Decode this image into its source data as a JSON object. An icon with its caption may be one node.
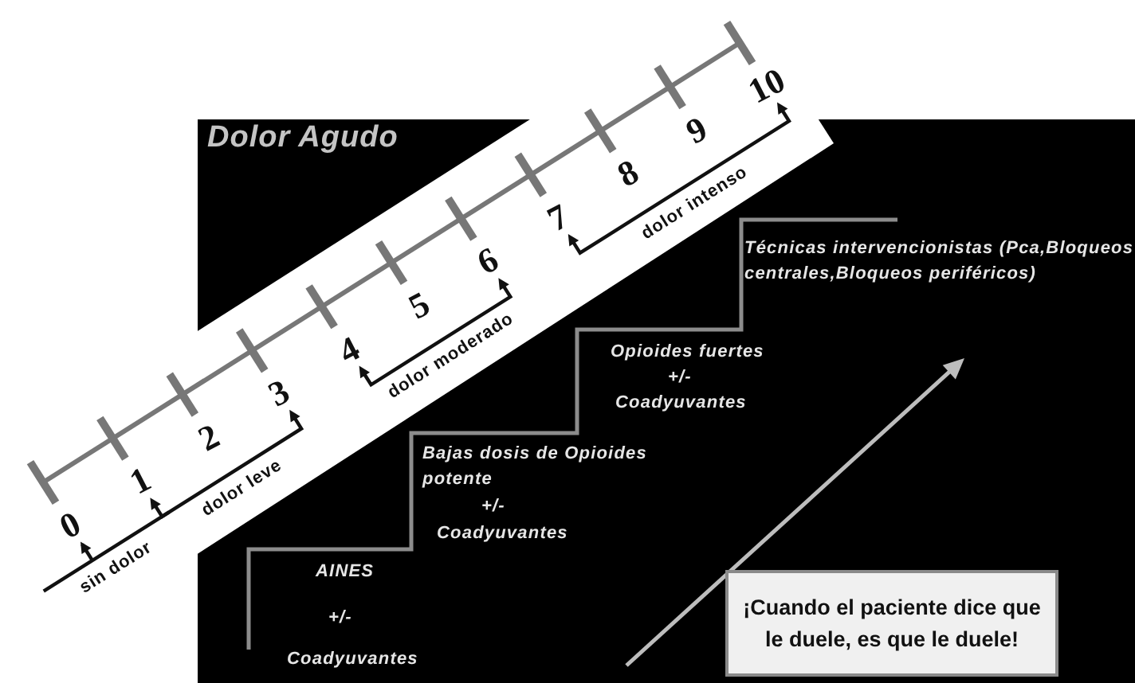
{
  "diagram": {
    "title": "Dolor Agudo",
    "nodes": [
      {
        "text": [
          "¡Cuando el paciente dice que le duele, es que le duele!"
        ]
      }
    ],
    "labels": [
      "0",
      "1",
      "2",
      "3",
      "4",
      "5",
      "6",
      "7",
      "8",
      "9",
      "10",
      "sin dolor",
      "dolor leve",
      "dolor moderado",
      "dolor intenso",
      "Técnicas intervencionistas (Pca,Bloqueos centrales,Bloqueos periféricos)",
      "Opioides fuertes",
      "+/-",
      "Coadyuvantes",
      "Bajas dosis de Opioides potente",
      "+/-",
      "Coadyuvantes",
      "AINES",
      "+/-",
      "Coadyuvantes"
    ]
  }
}
